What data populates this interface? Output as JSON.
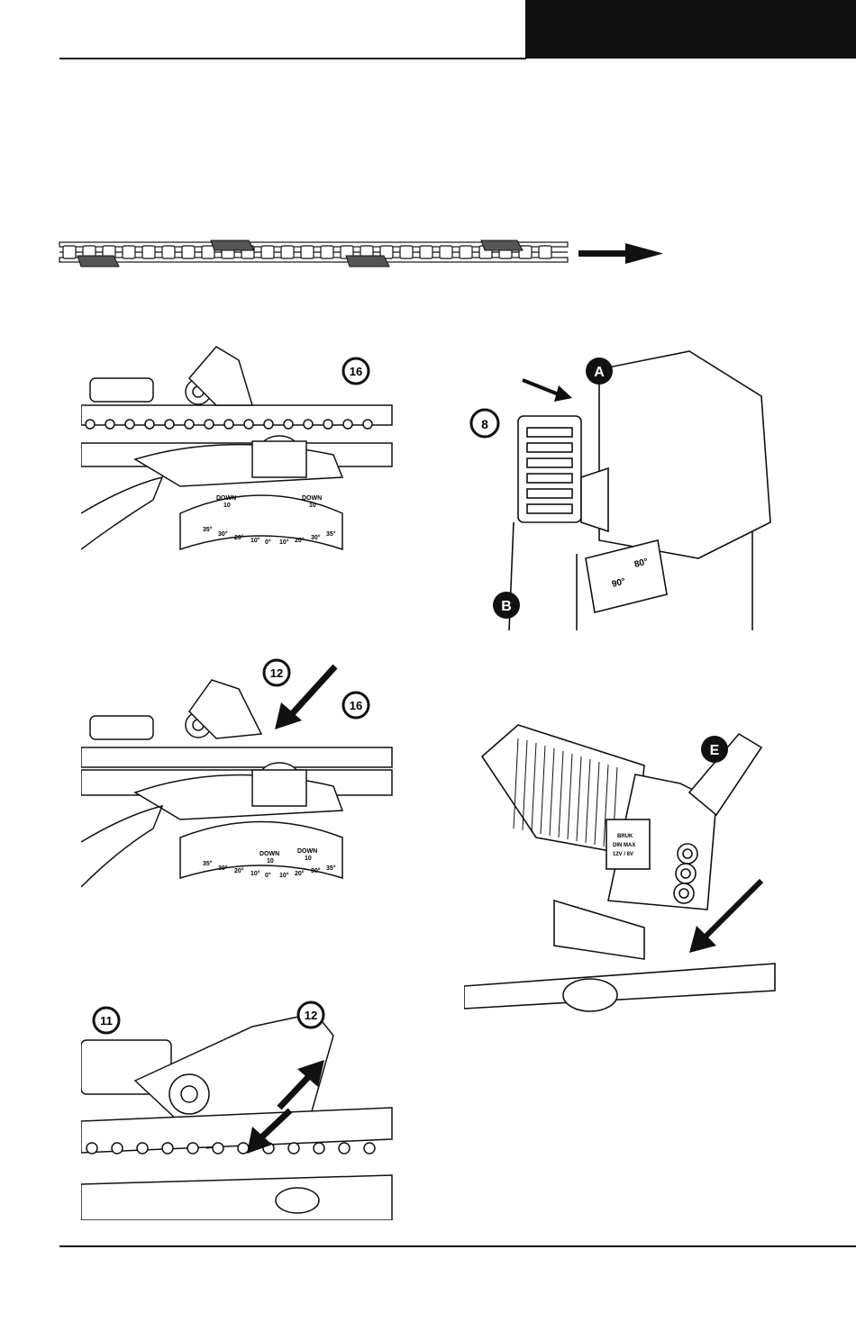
{
  "figures": {
    "fig1": {
      "callout": "16",
      "scale_down_left": "DOWN",
      "scale_down_left_value": "10",
      "scale_down_right": "DOWN",
      "scale_down_right_value": "10",
      "scale_ticks": [
        "35°",
        "30°",
        "20°",
        "10°",
        "0°",
        "10°",
        "20°",
        "30°",
        "35°"
      ]
    },
    "fig2": {
      "callout_a": "A",
      "callout_b": "B",
      "callout_8": "8",
      "angle_80": "80°",
      "angle_90": "90°"
    },
    "fig3": {
      "callout_12": "12",
      "callout_16": "16",
      "scale_down_left": "DOWN",
      "scale_down_left_value": "10",
      "scale_down_right": "DOWN",
      "scale_down_right_value": "10",
      "scale_ticks": [
        "35°",
        "30°",
        "20°",
        "10°",
        "0°",
        "10°",
        "20°",
        "30°",
        "35°"
      ]
    },
    "fig4": {
      "callout_e": "E",
      "motor_label_1": "BRUK",
      "motor_label_2": "DIN MAX",
      "motor_label_3": "12V / 8V"
    },
    "fig5": {
      "callout_11": "11",
      "callout_12": "12"
    }
  }
}
